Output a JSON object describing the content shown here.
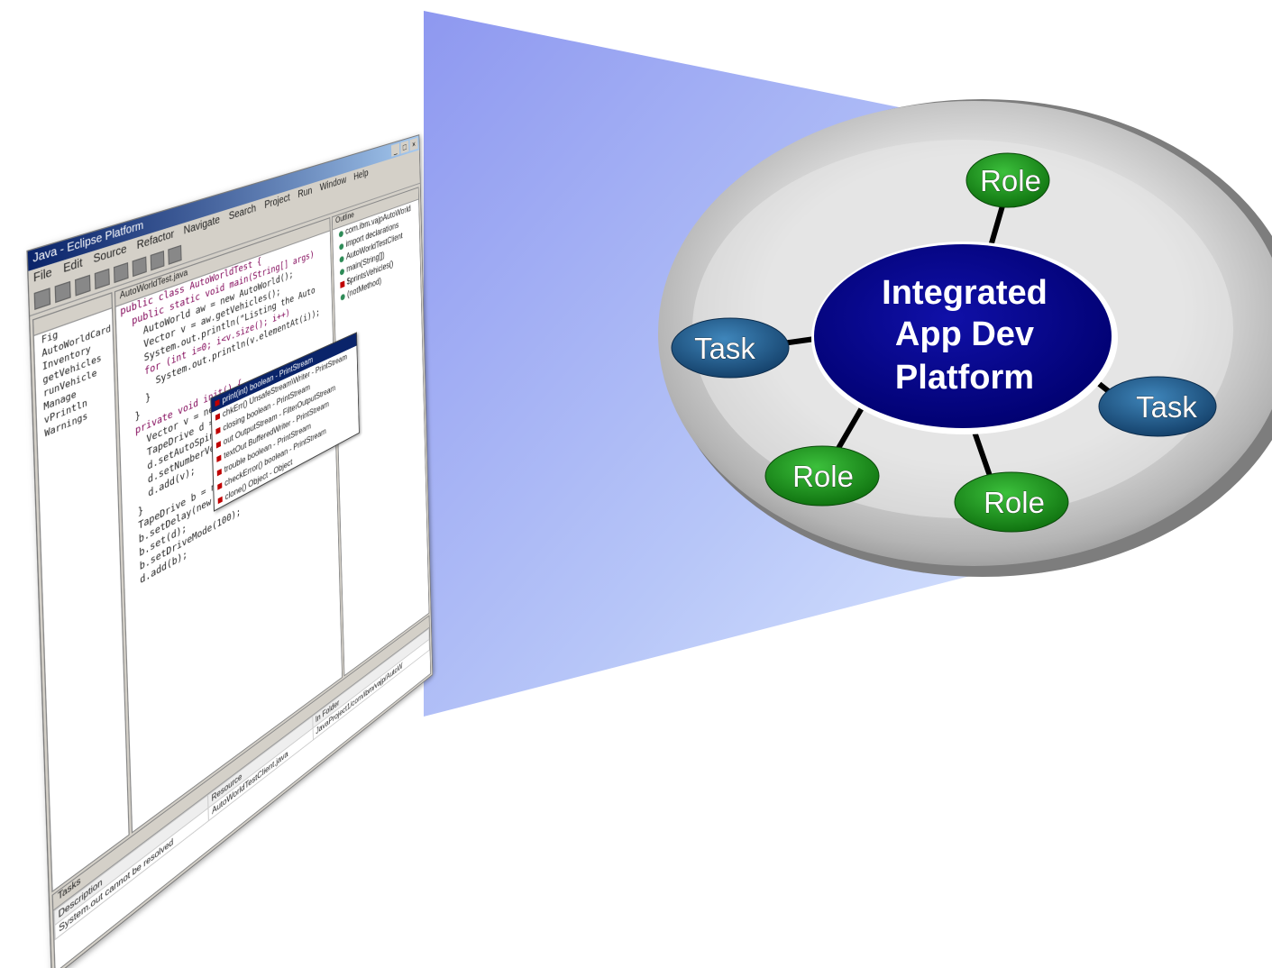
{
  "ide": {
    "title": "Java - Eclipse Platform",
    "window_buttons": [
      "_",
      "□",
      "×"
    ],
    "menu": [
      "File",
      "Edit",
      "Source",
      "Refactor",
      "Navigate",
      "Search",
      "Project",
      "Run",
      "Window",
      "Help"
    ],
    "left_tree": [
      "Fig",
      "AutoWorldCard",
      "Inventory",
      "getVehicles",
      "runVehicle",
      "Manage",
      "vPrintln",
      "Warnings"
    ],
    "editor_tab": "AutoWorldTest.java",
    "code_lines": [
      "public class AutoWorldTest {",
      "  public static void main(String[] args)",
      "    AutoWorld aw = new AutoWorld();",
      "    Vector v = aw.getVehicles();",
      "    System.out.println(\"Listing the Auto",
      "    for (int i=0; i<v.size(); i++)",
      "      System.out.println(v.elementAt(i));",
      "    }",
      "  }",
      "  private void init() {",
      "    Vector v = new Vector();",
      "    TapeDrive d = new TapeDrive();",
      "    d.setAutoSpin(true);",
      "    d.setNumberVehicles(4);",
      "    d.add(v);",
      "  }",
      "  TapeDrive b = new TapeDrive();",
      "  b.setDelay(new java.util.Date());",
      "  b.set(d);",
      "  b.setDriveMode(100);",
      "  d.add(b);"
    ],
    "outline_head": "Outline",
    "outline_items": [
      "com.ibm.vajpAutoWorld",
      "import declarations",
      "AutoWorldTestClient",
      "main(String[])",
      "$printsVehicles()",
      "(notMethod)"
    ],
    "popup_items": [
      "print(int) boolean - PrintStream",
      "chkErr() UnsafeStream\\Writer - PrintStream",
      "closing boolean - PrintStream",
      "out OutputStream - FilterOutputStream",
      "textOut BufferedWriter - PrintStream",
      "trouble boolean - PrintStream",
      "checkError() boolean - PrintStream",
      "clone() Object - Object"
    ],
    "bottom_head": "Tasks",
    "bottom_columns": [
      "Description",
      "Resource",
      "In Folder"
    ],
    "bottom_row": [
      "System.out cannot be resolved",
      "AutoWorldTestClient.java",
      "JavaProject1/com/ibm/vajp/AutoW"
    ]
  },
  "diagram": {
    "center_lines": [
      "Integrated",
      "App Dev",
      "Platform"
    ],
    "nodes": [
      {
        "label": "Role",
        "kind": "role"
      },
      {
        "label": "Task",
        "kind": "task"
      },
      {
        "label": "Task",
        "kind": "task"
      },
      {
        "label": "Role",
        "kind": "role"
      },
      {
        "label": "Role",
        "kind": "role"
      }
    ],
    "colors": {
      "center_fill": "#00008b",
      "role_fill": "#1f9a1f",
      "task_fill": "#1f5f8f",
      "disc_fill": "#c8c8c8",
      "projection_top": "#9aa3f2",
      "projection_bottom": "#cfe0ff"
    }
  }
}
